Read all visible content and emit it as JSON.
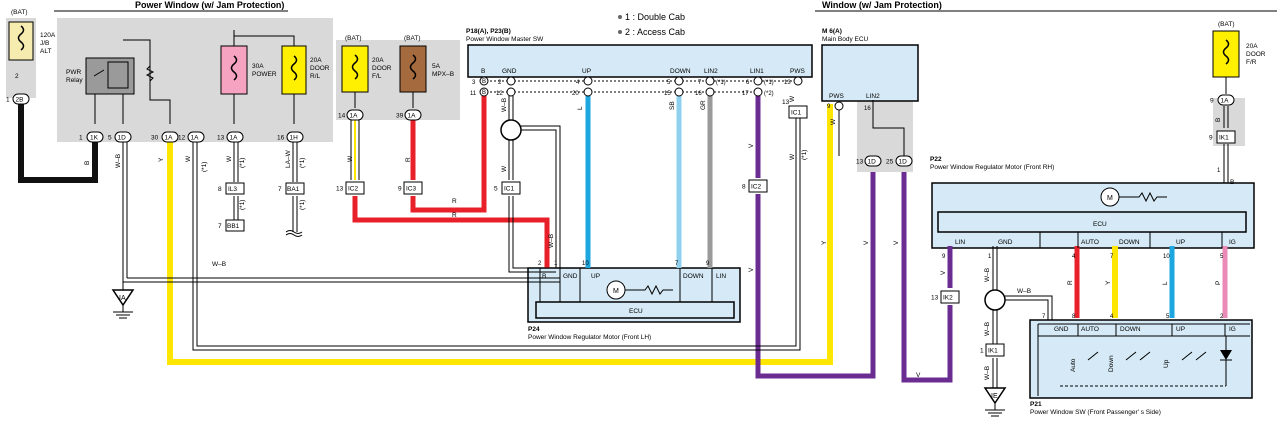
{
  "header": {
    "title_left": "Power Window (w/ Jam Protection)",
    "title_right": "Window (w/ Jam Protection)"
  },
  "notes": {
    "note1": "1 : Double Cab",
    "note2": "2 : Access Cab"
  },
  "components": {
    "bat_alt": {
      "bat": "(BAT)",
      "l1": "120A",
      "l2": "J/B",
      "l3": "ALT"
    },
    "pwr_relay": {
      "l1": "PWR",
      "l2": "Relay"
    },
    "fuse_power": {
      "l1": "30A",
      "l2": "POWER"
    },
    "fuse_door_rl": {
      "l1": "20A",
      "l2": "DOOR",
      "l3": "R/L"
    },
    "fuse_door_fl": {
      "bat": "(BAT)",
      "l1": "20A",
      "l2": "DOOR",
      "l3": "F/L"
    },
    "fuse_mpx": {
      "bat": "(BAT)",
      "l1": "5A",
      "l2": "MPX–B"
    },
    "fuse_door_fr": {
      "bat": "(BAT)",
      "l1": "20A",
      "l2": "DOOR",
      "l3": "F/R"
    },
    "master_sw": {
      "ref": "P18(A), P23(B)",
      "name": "Power Window Master SW"
    },
    "main_ecu": {
      "ref": "M 6(A)",
      "name": "Main Body ECU"
    },
    "motor_lh": {
      "ref": "P24",
      "name": "Power Window Regulator Motor (Front LH)",
      "ecu": "ECU",
      "m": "M"
    },
    "motor_rh": {
      "ref": "P22",
      "name": "Power Window Regulator Motor (Front RH)",
      "ecu": "ECU",
      "m": "M"
    },
    "pass_sw": {
      "ref": "P21",
      "name": "Power Window SW (Front Passenger' s Side)"
    }
  },
  "pins": {
    "master": [
      "B",
      "GND",
      "UP",
      "DOWN",
      "LIN2",
      "LIN1",
      "PWS"
    ],
    "motor_lh": [
      "B",
      "GND",
      "UP",
      "DOWN",
      "LIN"
    ],
    "motor_rh": [
      "LIN",
      "GND",
      "AUTO",
      "DOWN",
      "UP",
      "IG"
    ],
    "pass_sw": [
      "GND",
      "AUTO",
      "DOWN",
      "UP",
      "IG"
    ],
    "pass_sw_switches": [
      "Auto",
      "Down",
      "Up"
    ],
    "ecu_m6": [
      "PWS",
      "LIN2"
    ]
  },
  "connectors": {
    "alt_2b": "2B",
    "c1k": "1K",
    "c1d": "1D",
    "c1a_30": "1A",
    "c1a_12": "1A",
    "c1a_13": "1A",
    "c1h": "1H",
    "c1a_14": "1A",
    "c1a_39": "1A",
    "c1a_9": "1A",
    "c1d_13": "1D",
    "c1d_25": "1D",
    "il3": "IL3",
    "bb1": "BB1",
    "ba1": "BA1",
    "ic2_l": "IC2",
    "ic3": "IC3",
    "ic1_m": "IC1",
    "ic2_m": "IC2",
    "ic1_r": "IC1",
    "ik1_top": "IK1",
    "ik2": "IK2",
    "ik1_bot": "IK1",
    "ground_ia": "IA",
    "ground_ie": "IE"
  },
  "pin_numbers": {
    "n2": "2",
    "n1": "1",
    "n1k": "1",
    "n5": "5",
    "n30": "30",
    "n12": "12",
    "n13": "13",
    "n16": "16",
    "n8": "8",
    "n7bb": "7",
    "n7ba": "7",
    "n14": "14",
    "n39": "39",
    "n13ic2": "13",
    "n9ic3": "9",
    "m3": "3",
    "m2": "2",
    "m4": "4",
    "m5": "5",
    "m6": "6",
    "m13": "13",
    "m11": "11",
    "m12": "12",
    "m20": "20",
    "m15": "15",
    "m16": "16",
    "m17": "17",
    "ic1n": "5",
    "ic2n": "8",
    "ic1r": "13",
    "lh2": "2",
    "lh1": "1",
    "lh10": "10",
    "lh7": "7",
    "lh9": "9",
    "e9": "9",
    "e16": "16",
    "e13": "13",
    "e25": "25",
    "fr9": "9",
    "fr9b": "9",
    "fr1": "1",
    "rh9": "9",
    "rh1": "1",
    "rh4": "4",
    "rh7": "7",
    "rh10": "10",
    "rh5": "5",
    "ik2n": "13",
    "ik1n": "1",
    "ps7": "7",
    "ps8": "8",
    "ps4": "4",
    "ps5": "5",
    "ps2": "2",
    "m7": "7",
    "m9": "9"
  },
  "wire_labels": {
    "wb": "W–B",
    "b": "B",
    "y": "Y",
    "w": "W",
    "r": "R",
    "l": "L",
    "sb": "SB",
    "gr": "GR",
    "v": "V",
    "p": "P",
    "law": "LA–W",
    "s1": "(*1)",
    "s2": "(*2)"
  },
  "colors": {
    "red": "#e8202a",
    "yellow": "#ffe600",
    "blue": "#1ea6e0",
    "light_blue": "#8fd0ee",
    "gray": "#9a9a9a",
    "purple": "#6b2c91",
    "pink": "#e98ab7",
    "black": "#111111",
    "box_gray": "#d9d9d9",
    "box_blue": "#d5eaf6",
    "fuse_yellow": "#ffef00",
    "fuse_pink": "#f5a3c0",
    "fuse_brown": "#a66a3f",
    "fuse_cream": "#f7ecb0"
  }
}
